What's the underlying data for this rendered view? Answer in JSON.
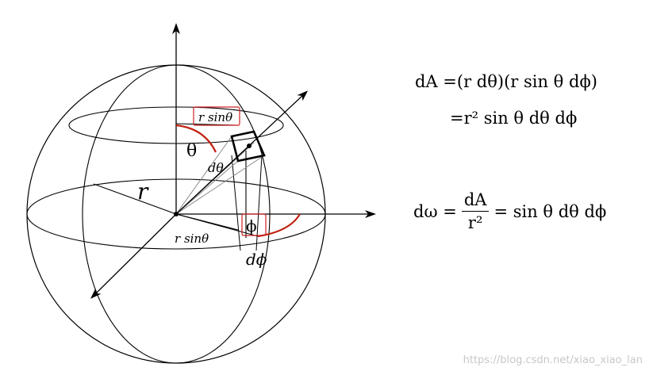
{
  "labels": {
    "r_sin_theta_top": "r sinθ",
    "theta": "θ",
    "d_theta": "dθ",
    "r": "r",
    "phi": "ϕ",
    "r_sin_theta_bottom": "r sinθ",
    "d_phi": "dϕ"
  },
  "equations": {
    "dA_line1_lhs": "dA",
    "dA_line1_rhs": "=(r dθ)(r sin θ dϕ)",
    "dA_line2": "=r² sin θ dθ dϕ",
    "domega_lhs": "dω =",
    "domega_num": "dA",
    "domega_den": "r²",
    "domega_rhs": "= sin θ dθ dϕ"
  },
  "watermark": "https://blog.csdn.net/xiao_xiao_lan",
  "colors": {
    "line": "#000000",
    "arc_red": "#c0200f",
    "box_red": "#d02020",
    "ray_gray": "#8a8a8a"
  }
}
